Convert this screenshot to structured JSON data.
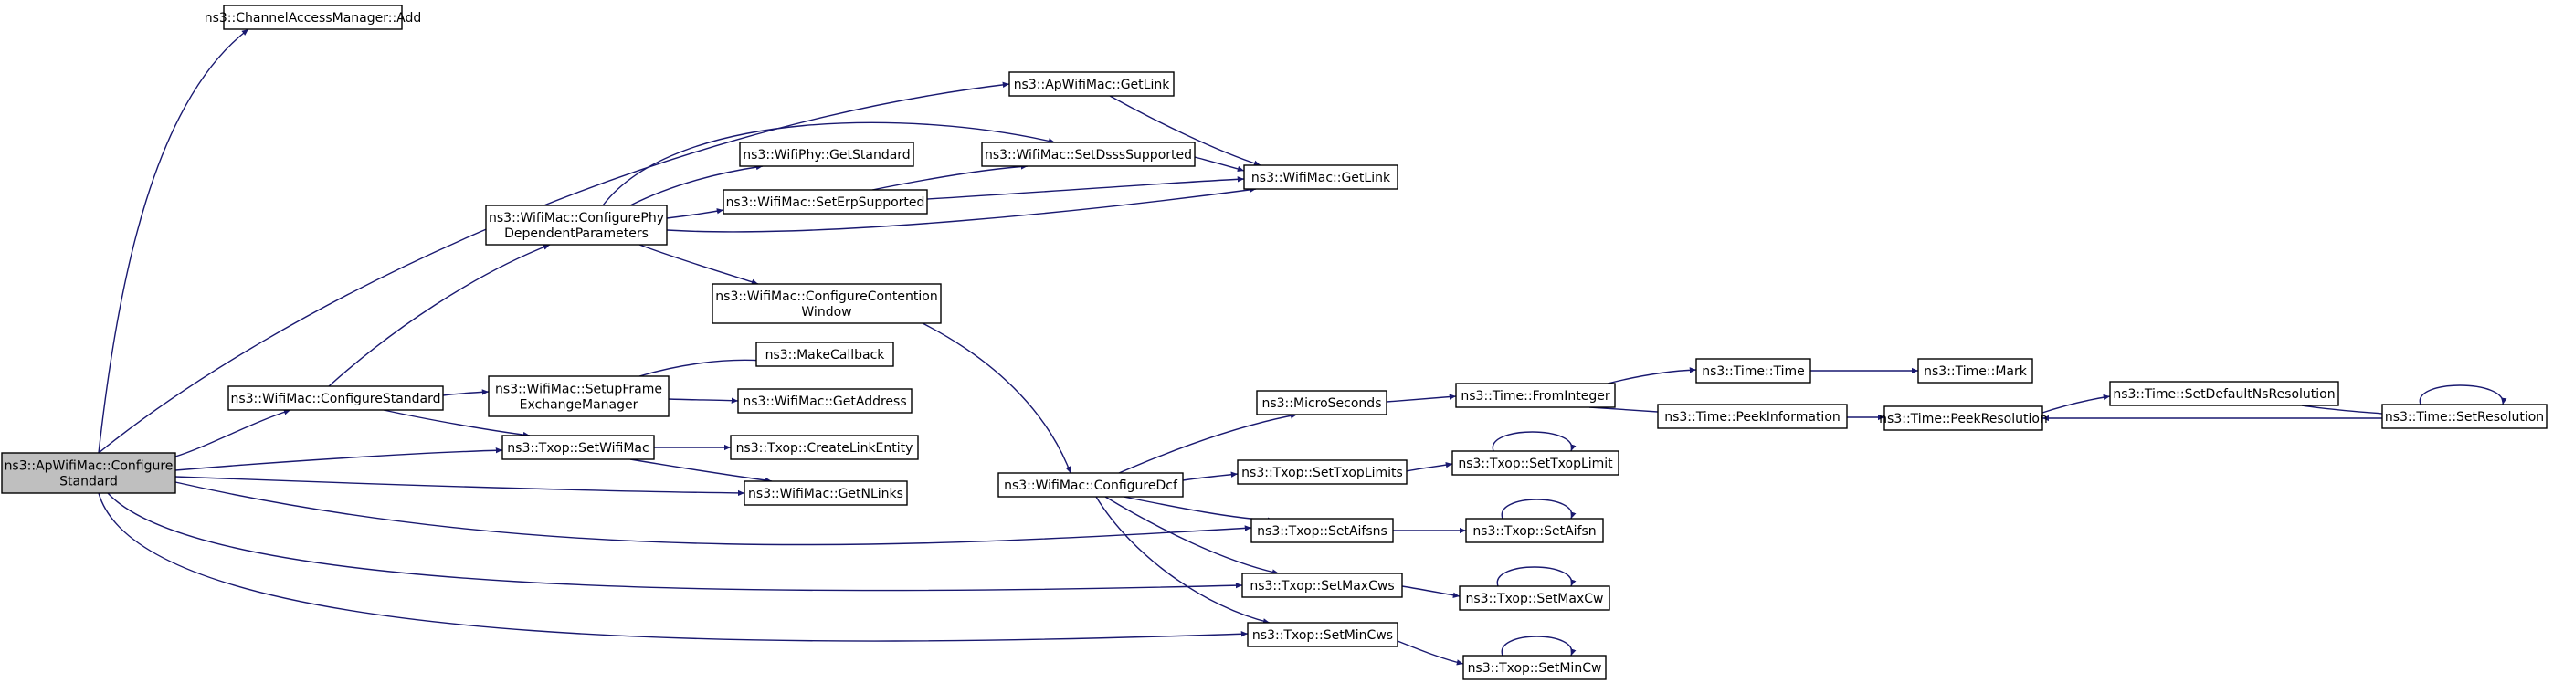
{
  "colors": {
    "edge": "#191970",
    "root_fill": "#bfbfbf",
    "node_fill": "#ffffff",
    "node_border": "#000000"
  },
  "nodes": {
    "root": [
      "ns3::ApWifiMac::Configure",
      "Standard"
    ],
    "channel_add": [
      "ns3::ChannelAccessManager::Add"
    ],
    "ap_getlink": [
      "ns3::ApWifiMac::GetLink"
    ],
    "getlink": [
      "ns3::WifiMac::GetLink"
    ],
    "phy_getstandard": [
      "ns3::WifiPhy::GetStandard"
    ],
    "set_dsss": [
      "ns3::WifiMac::SetDsssSupported"
    ],
    "set_erp": [
      "ns3::WifiMac::SetErpSupported"
    ],
    "configure_phy": [
      "ns3::WifiMac::ConfigurePhy",
      "DependentParameters"
    ],
    "configure_contention": [
      "ns3::WifiMac::ConfigureContention",
      "Window"
    ],
    "configure_standard": [
      "ns3::WifiMac::ConfigureStandard"
    ],
    "setup_fem": [
      "ns3::WifiMac::SetupFrame",
      "ExchangeManager"
    ],
    "make_callback": [
      "ns3::MakeCallback"
    ],
    "get_address": [
      "ns3::WifiMac::GetAddress"
    ],
    "set_wifimac": [
      "ns3::Txop::SetWifiMac"
    ],
    "create_link_entity": [
      "ns3::Txop::CreateLinkEntity"
    ],
    "get_nlinks": [
      "ns3::WifiMac::GetNLinks"
    ],
    "configure_dcf": [
      "ns3::WifiMac::ConfigureDcf"
    ],
    "microseconds": [
      "ns3::MicroSeconds"
    ],
    "from_integer": [
      "ns3::Time::FromInteger"
    ],
    "time_time": [
      "ns3::Time::Time"
    ],
    "time_mark": [
      "ns3::Time::Mark"
    ],
    "peek_information": [
      "ns3::Time::PeekInformation"
    ],
    "peek_resolution": [
      "ns3::Time::PeekResolution"
    ],
    "set_default_ns": [
      "ns3::Time::SetDefaultNsResolution"
    ],
    "set_resolution": [
      "ns3::Time::SetResolution"
    ],
    "set_txop_limits": [
      "ns3::Txop::SetTxopLimits"
    ],
    "set_txop_limit": [
      "ns3::Txop::SetTxopLimit"
    ],
    "set_aifsns": [
      "ns3::Txop::SetAifsns"
    ],
    "set_aifsn": [
      "ns3::Txop::SetAifsn"
    ],
    "set_maxcws": [
      "ns3::Txop::SetMaxCws"
    ],
    "set_maxcw": [
      "ns3::Txop::SetMaxCw"
    ],
    "set_mincws": [
      "ns3::Txop::SetMinCws"
    ],
    "set_mincw": [
      "ns3::Txop::SetMinCw"
    ]
  },
  "edges": [
    [
      "root",
      "channel_add"
    ],
    [
      "root",
      "ap_getlink"
    ],
    [
      "root",
      "configure_standard"
    ],
    [
      "root",
      "set_wifimac"
    ],
    [
      "root",
      "get_nlinks"
    ],
    [
      "root",
      "set_aifsns"
    ],
    [
      "root",
      "set_maxcws"
    ],
    [
      "root",
      "set_mincws"
    ],
    [
      "ap_getlink",
      "getlink"
    ],
    [
      "configure_phy",
      "set_dsss"
    ],
    [
      "configure_phy",
      "phy_getstandard"
    ],
    [
      "configure_phy",
      "set_erp"
    ],
    [
      "configure_phy",
      "getlink"
    ],
    [
      "configure_phy",
      "configure_contention"
    ],
    [
      "set_dsss",
      "getlink"
    ],
    [
      "set_erp",
      "set_dsss"
    ],
    [
      "set_erp",
      "getlink"
    ],
    [
      "configure_contention",
      "configure_dcf"
    ],
    [
      "configure_standard",
      "configure_phy"
    ],
    [
      "configure_standard",
      "setup_fem"
    ],
    [
      "configure_standard",
      "set_wifimac"
    ],
    [
      "setup_fem",
      "make_callback"
    ],
    [
      "setup_fem",
      "get_address"
    ],
    [
      "set_wifimac",
      "create_link_entity"
    ],
    [
      "set_wifimac",
      "get_nlinks"
    ],
    [
      "configure_dcf",
      "microseconds"
    ],
    [
      "configure_dcf",
      "set_txop_limits"
    ],
    [
      "configure_dcf",
      "set_aifsns"
    ],
    [
      "configure_dcf",
      "set_maxcws"
    ],
    [
      "configure_dcf",
      "set_mincws"
    ],
    [
      "microseconds",
      "from_integer"
    ],
    [
      "from_integer",
      "time_time"
    ],
    [
      "from_integer",
      "peek_information"
    ],
    [
      "time_time",
      "time_mark"
    ],
    [
      "peek_information",
      "peek_resolution"
    ],
    [
      "peek_resolution",
      "set_default_ns"
    ],
    [
      "set_default_ns",
      "set_resolution"
    ],
    [
      "set_resolution",
      "peek_resolution"
    ],
    [
      "set_resolution",
      "set_resolution"
    ],
    [
      "set_txop_limits",
      "set_txop_limit"
    ],
    [
      "set_txop_limit",
      "set_txop_limit"
    ],
    [
      "set_aifsns",
      "set_aifsn"
    ],
    [
      "set_aifsn",
      "set_aifsn"
    ],
    [
      "set_maxcws",
      "set_maxcw"
    ],
    [
      "set_maxcw",
      "set_maxcw"
    ],
    [
      "set_mincws",
      "set_mincw"
    ],
    [
      "set_mincw",
      "set_mincw"
    ]
  ]
}
